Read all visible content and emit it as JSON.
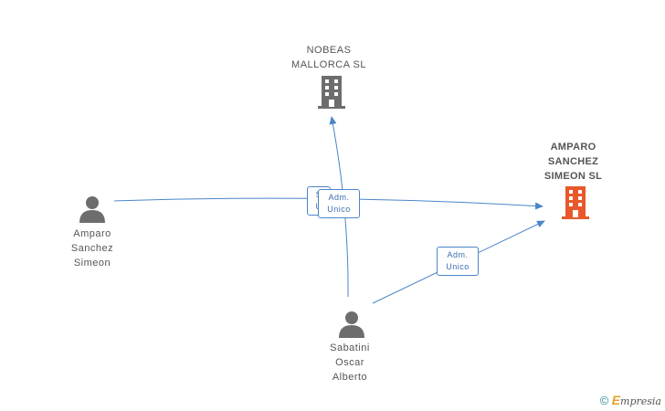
{
  "nodes": {
    "nobeas": {
      "label_line1": "NOBEAS",
      "label_line2": "MALLORCA  SL",
      "icon": "building-icon",
      "color": "#6d6d6d"
    },
    "amparo_company": {
      "label_line1": "AMPARO",
      "label_line2": "SANCHEZ",
      "label_line3": "SIMEON SL",
      "icon": "building-icon",
      "color": "#e8582a"
    },
    "amparo_person": {
      "label_line1": "Amparo",
      "label_line2": "Sanchez",
      "label_line3": "Simeon",
      "icon": "person-icon",
      "color": "#6d6d6d"
    },
    "sabatini": {
      "label_line1": "Sabatini",
      "label_line2": "Oscar",
      "label_line3": "Alberto",
      "icon": "person-icon",
      "color": "#6d6d6d"
    }
  },
  "badges": {
    "back": {
      "line1": "S",
      "line2": "Ú"
    },
    "front": {
      "line1": "Adm.",
      "line2": "Unico"
    },
    "lower": {
      "line1": "Adm.",
      "line2": "Unico"
    }
  },
  "edge_color": "#4a86c8",
  "footer": {
    "copyright": "©",
    "brand_e": "E",
    "brand_rest": "mpresia"
  }
}
